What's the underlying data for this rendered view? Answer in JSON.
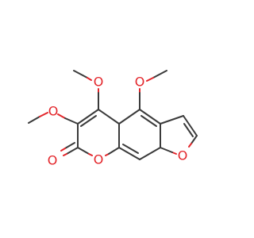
{
  "molecule": {
    "atom_symbols": [
      "O",
      "O",
      "O",
      "O",
      "O",
      "O"
    ]
  },
  "colors": {
    "bond": "#3a3a3a",
    "oxygen": "#e3252a",
    "background": "#ffffff"
  }
}
